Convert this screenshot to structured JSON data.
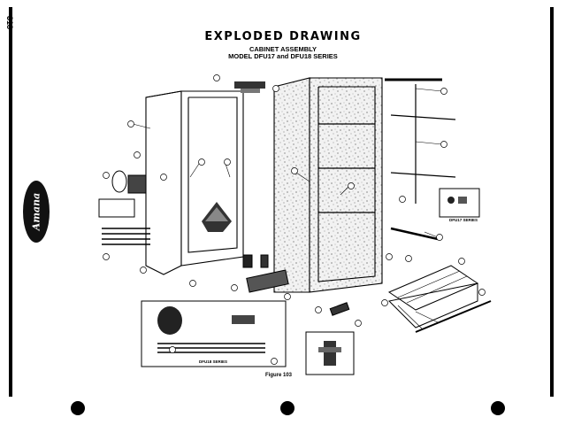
{
  "page_number": "318",
  "title": "EXPLODED DRAWING",
  "subtitle_1": "CABINET ASSEMBLY",
  "subtitle_2": "MODEL DFU17 and DFU18 SERIES",
  "brand": "Amana",
  "figure_caption": "Figure 103",
  "inset_labels": {
    "right_inset": "DFU17 SERIES",
    "bottom_inset": "DFU18 SERIES"
  }
}
